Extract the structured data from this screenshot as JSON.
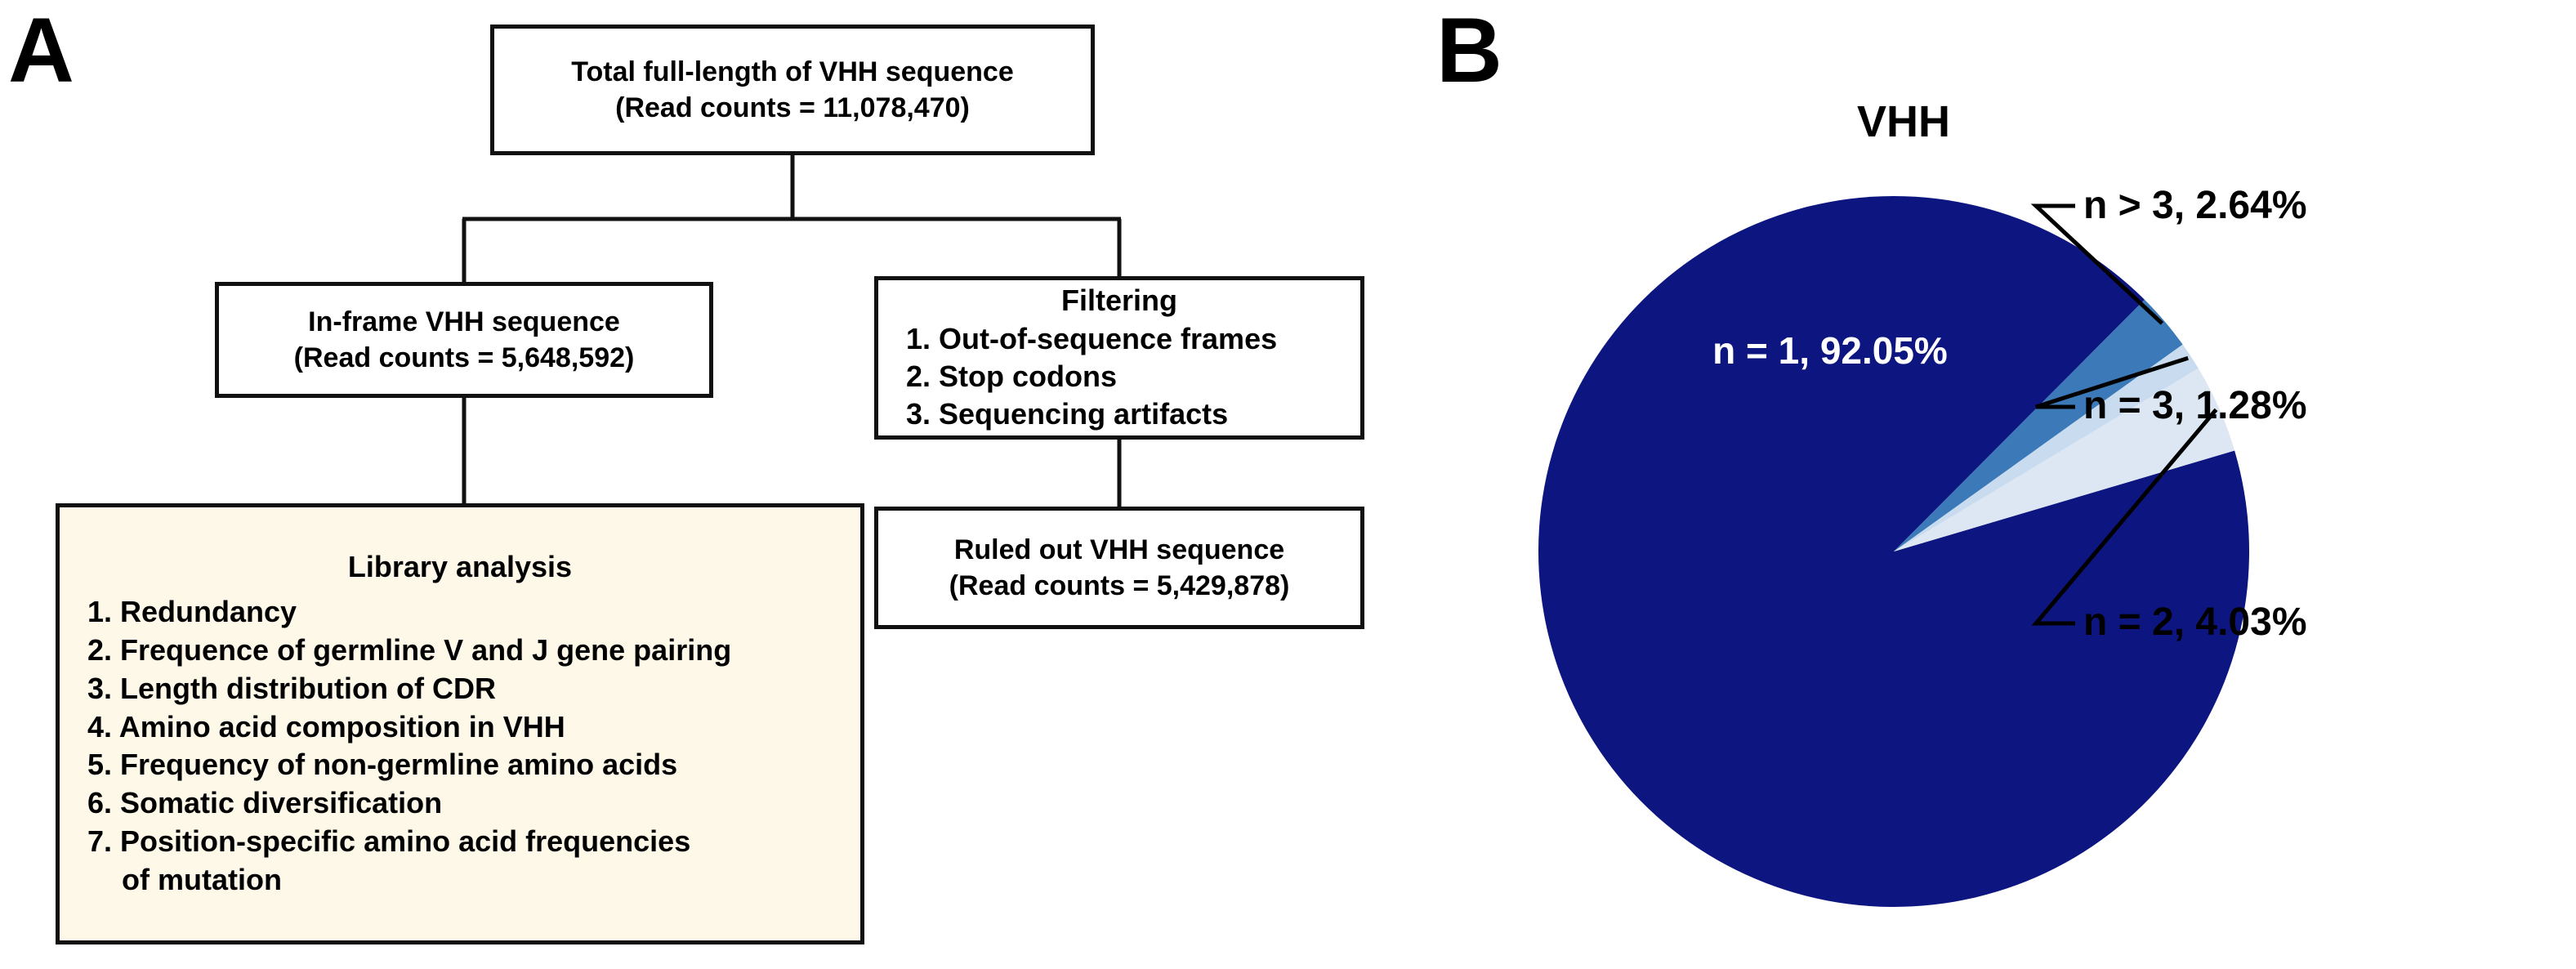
{
  "figure": {
    "panel_a_letter": "A",
    "panel_b_letter": "B"
  },
  "flowchart": {
    "total_box": {
      "line1": "Total full-length of VHH sequence",
      "line2": "(Read counts = 11,078,470)"
    },
    "inframe_box": {
      "line1": "In-frame VHH sequence",
      "line2": "(Read counts = 5,648,592)"
    },
    "filtering_box": {
      "title": "Filtering",
      "items": [
        "1. Out-of-sequence frames",
        "2. Stop codons",
        "3. Sequencing artifacts"
      ]
    },
    "ruled_out_box": {
      "line1": "Ruled out VHH sequence",
      "line2": "(Read counts = 5,429,878)"
    },
    "library_box": {
      "title": "Library analysis",
      "fill_color": "#fdf8e8",
      "items": [
        "1. Redundancy",
        "2. Frequence of germline V and J gene pairing",
        "3. Length distribution of CDR",
        "4. Amino acid composition in VHH",
        "5. Frequency of non-germline amino acids",
        "6. Somatic diversification",
        "7. Position-specific amino acid frequencies"
      ],
      "item7_continuation": "of mutation"
    }
  },
  "chart_data": {
    "type": "pie",
    "title": "VHH",
    "categories": [
      "n = 1",
      "n > 3",
      "n = 3",
      "n = 2"
    ],
    "values": [
      92.05,
      2.64,
      1.28,
      4.03
    ],
    "labels": [
      "n = 1, 92.05%",
      "n > 3, 2.64%",
      "n = 3, 1.28%",
      "n = 2, 4.03%"
    ],
    "colors": [
      "#0d1580",
      "#3b79b8",
      "#c9dcef",
      "#dce7f3"
    ],
    "unit": "%",
    "legend": "none",
    "label_placement": [
      "inside",
      "outside",
      "outside",
      "outside"
    ],
    "start_angle_deg": -16.5,
    "direction": "clockwise"
  }
}
